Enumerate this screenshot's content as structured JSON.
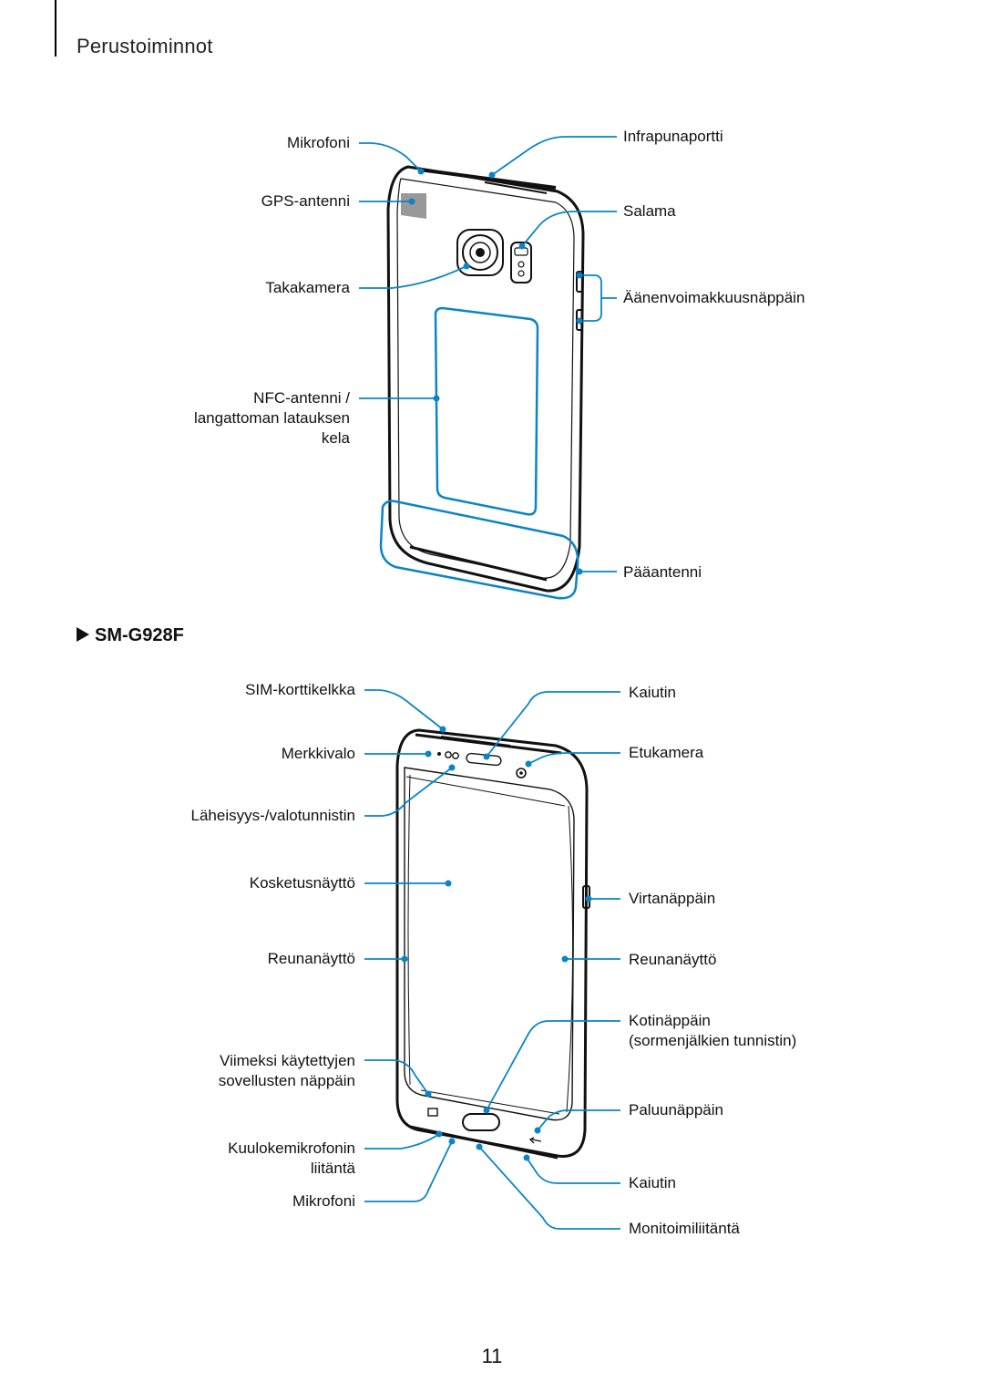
{
  "header": {
    "section_title": "Perustoiminnot"
  },
  "model_heading": "SM-G928F",
  "back_view": {
    "labels": {
      "microphone": "Mikrofoni",
      "gps_antenna": "GPS-antenni",
      "rear_camera": "Takakamera",
      "nfc_line1": "NFC-antenni /",
      "nfc_line2": "langattoman latauksen",
      "nfc_line3": "kela",
      "infrared": "Infrapunaportti",
      "flash": "Salama",
      "volume": "Äänenvoimakkuusnäppäin",
      "main_antenna": "Pääantenni"
    }
  },
  "front_view": {
    "labels": {
      "sim_tray": "SIM-korttikelkka",
      "led": "Merkkivalo",
      "proximity": "Läheisyys-/valotunnistin",
      "touchscreen": "Kosketusnäyttö",
      "edge_left": "Reunanäyttö",
      "recent_line1": "Viimeksi käytettyjen",
      "recent_line2": "sovellusten näppäin",
      "headset_line1": "Kuulokemikrofonin",
      "headset_line2": "liitäntä",
      "microphone": "Mikrofoni",
      "earpiece": "Kaiutin",
      "front_camera": "Etukamera",
      "power": "Virtanäppäin",
      "edge_right": "Reunanäyttö",
      "home_line1": "Kotinäppäin",
      "home_line2": "(sormenjälkien tunnistin)",
      "back_key": "Paluunäppäin",
      "speaker": "Kaiutin",
      "multipurpose": "Monitoimiliitäntä"
    }
  },
  "page_number": "11",
  "colors": {
    "callout": "#0a84c6",
    "outline": "#111111"
  }
}
